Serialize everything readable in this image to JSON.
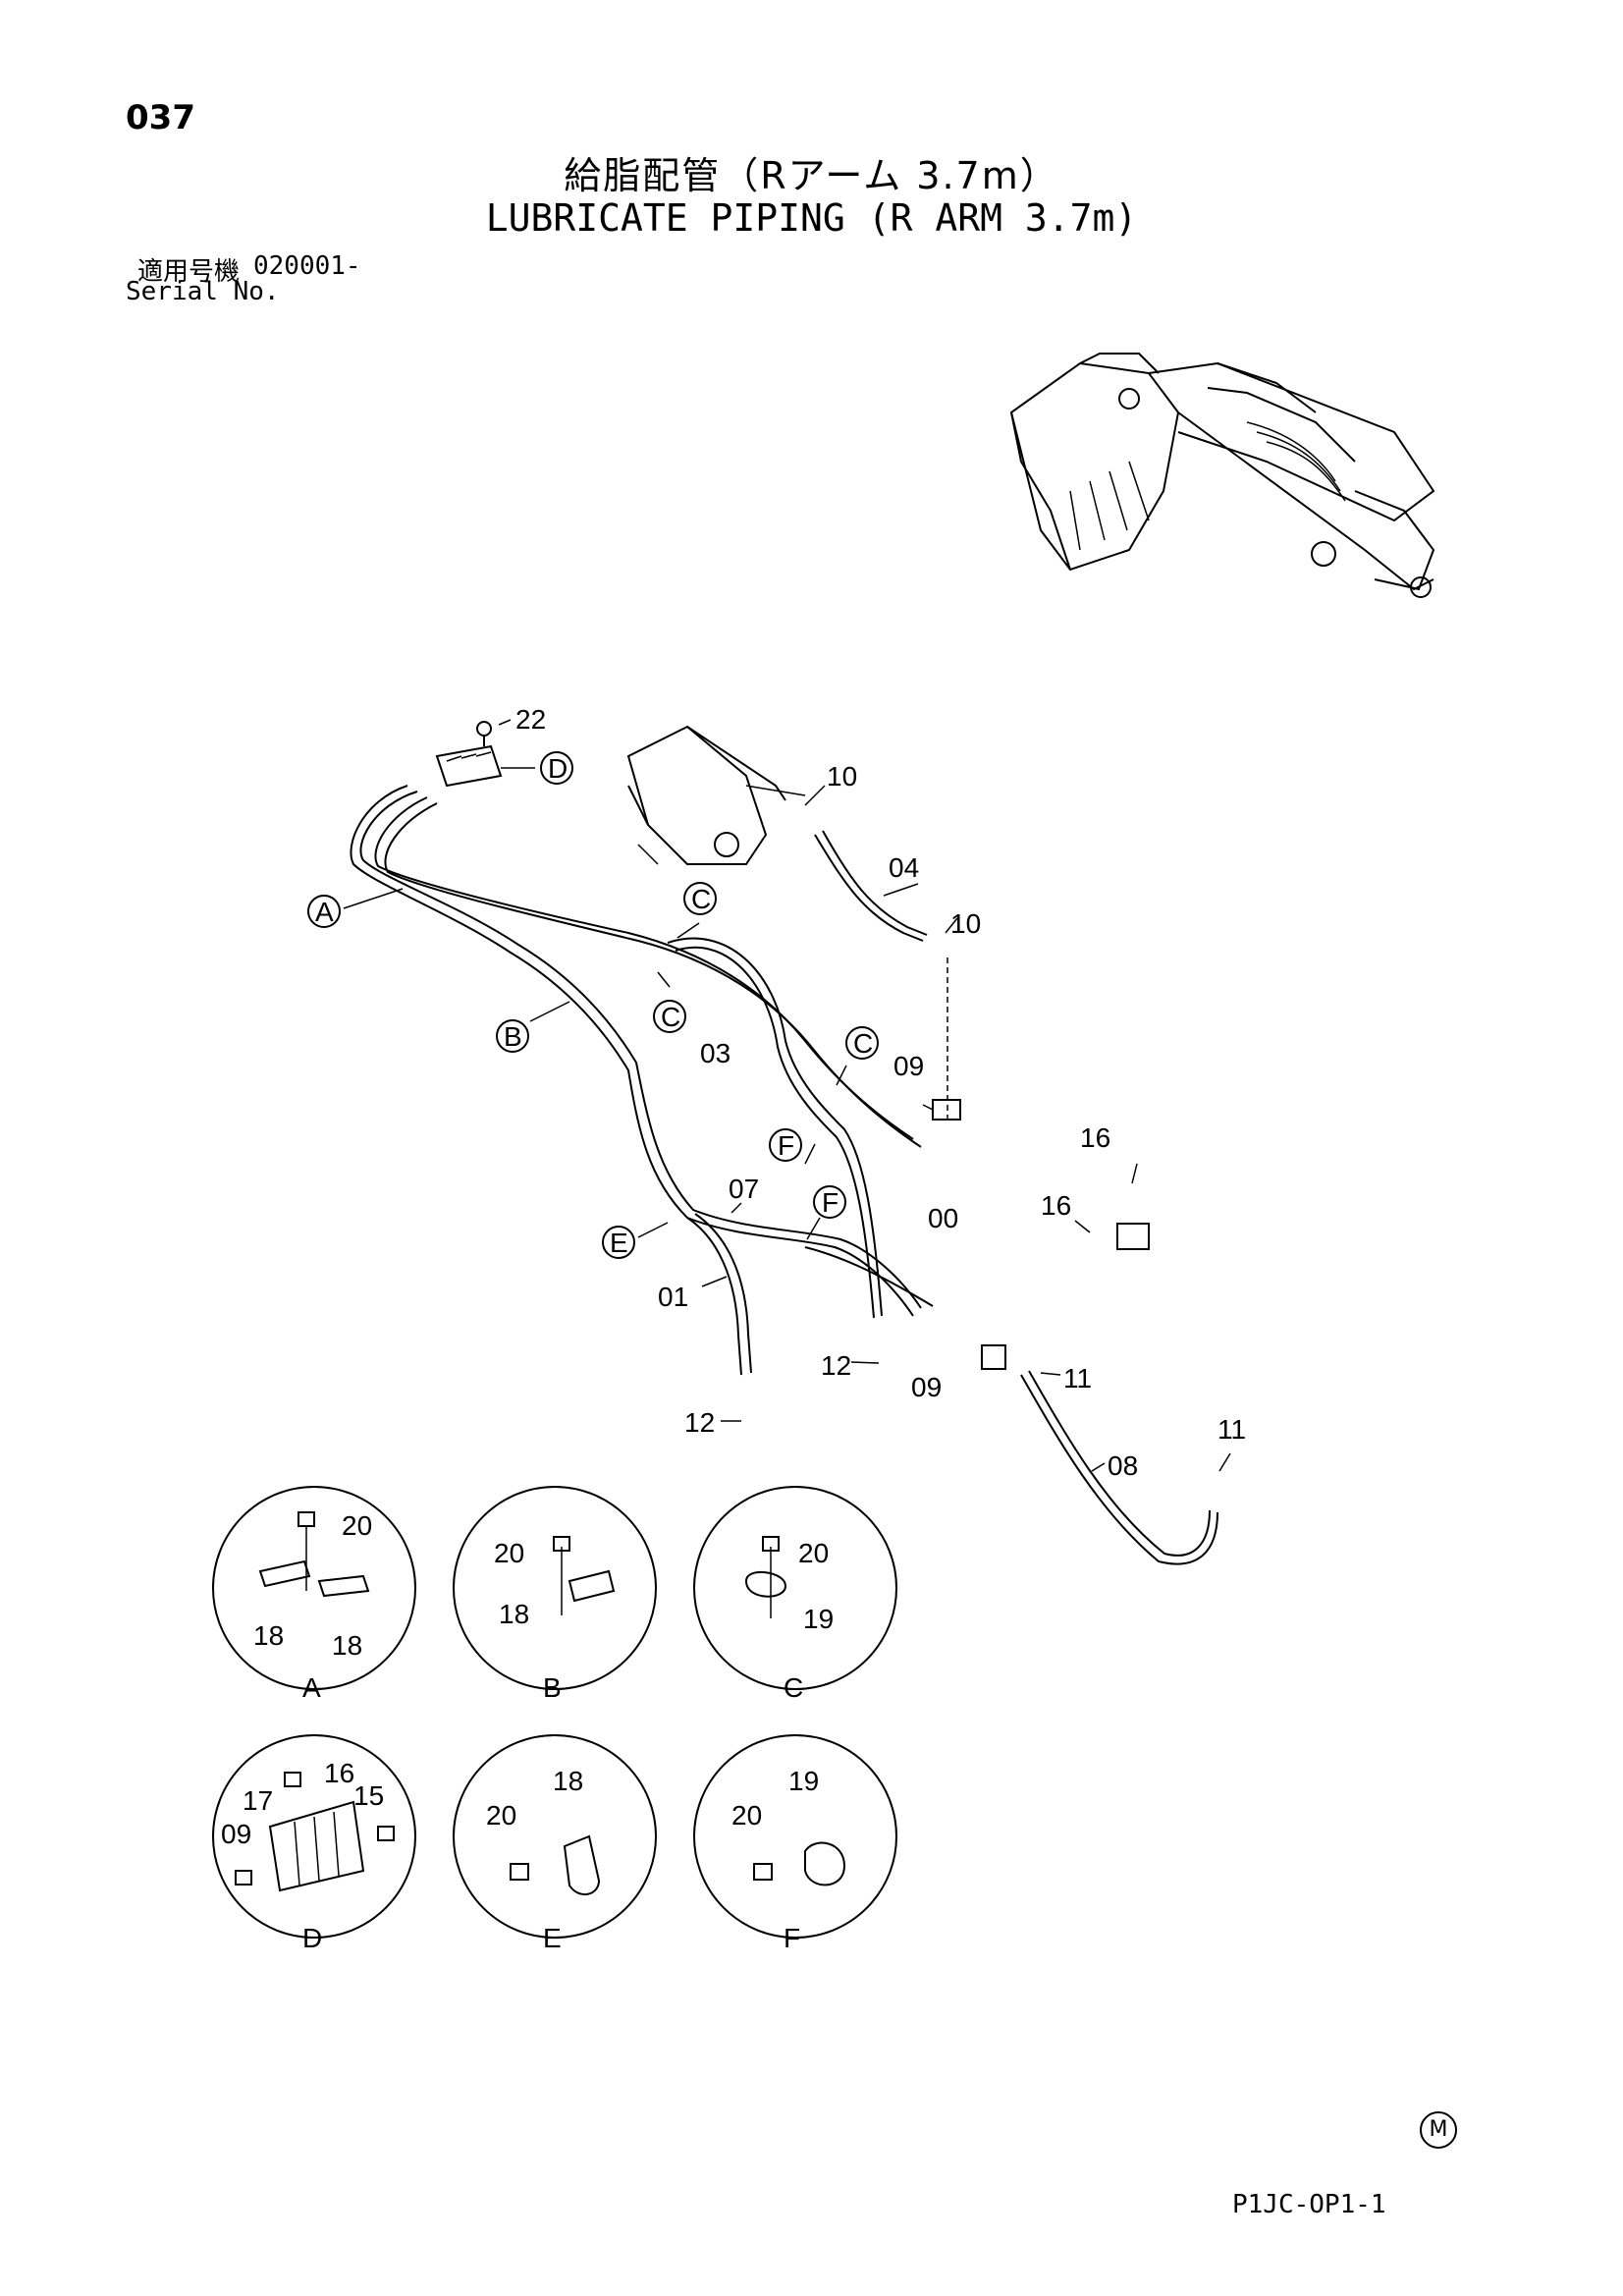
{
  "header": {
    "page_number": "037",
    "title_jp": "給脂配管（Rアーム 3.7m）",
    "title_en": "LUBRICATE PIPING (R ARM 3.7m)",
    "serial_label_jp": "適用号機",
    "serial_number": "020001-",
    "serial_label_en": "Serial No."
  },
  "callouts": {
    "c22": "22",
    "cD": "D",
    "cA": "A",
    "c10a": "10",
    "c04": "04",
    "c10b": "10",
    "cC1": "C",
    "cC2": "C",
    "cC3": "C",
    "cB": "B",
    "c03": "03",
    "c09a": "09",
    "cF1": "F",
    "c07": "07",
    "cF2": "F",
    "c00": "00",
    "cE": "E",
    "c01": "01",
    "c12a": "12",
    "c09b": "09",
    "c11a": "11",
    "c12b": "12",
    "c08": "08",
    "c11b": "11",
    "c16a": "16",
    "c16b": "16"
  },
  "details": [
    {
      "letter": "A",
      "labels": [
        "20",
        "18",
        "18"
      ]
    },
    {
      "letter": "B",
      "labels": [
        "20",
        "18"
      ]
    },
    {
      "letter": "C",
      "labels": [
        "20",
        "19"
      ]
    },
    {
      "letter": "D",
      "labels": [
        "16",
        "17",
        "15",
        "09"
      ]
    },
    {
      "letter": "E",
      "labels": [
        "18",
        "20"
      ]
    },
    {
      "letter": "F",
      "labels": [
        "19",
        "20"
      ]
    }
  ],
  "footer": {
    "maker_mark": "M",
    "page_code": "P1JC-OP1-1"
  }
}
